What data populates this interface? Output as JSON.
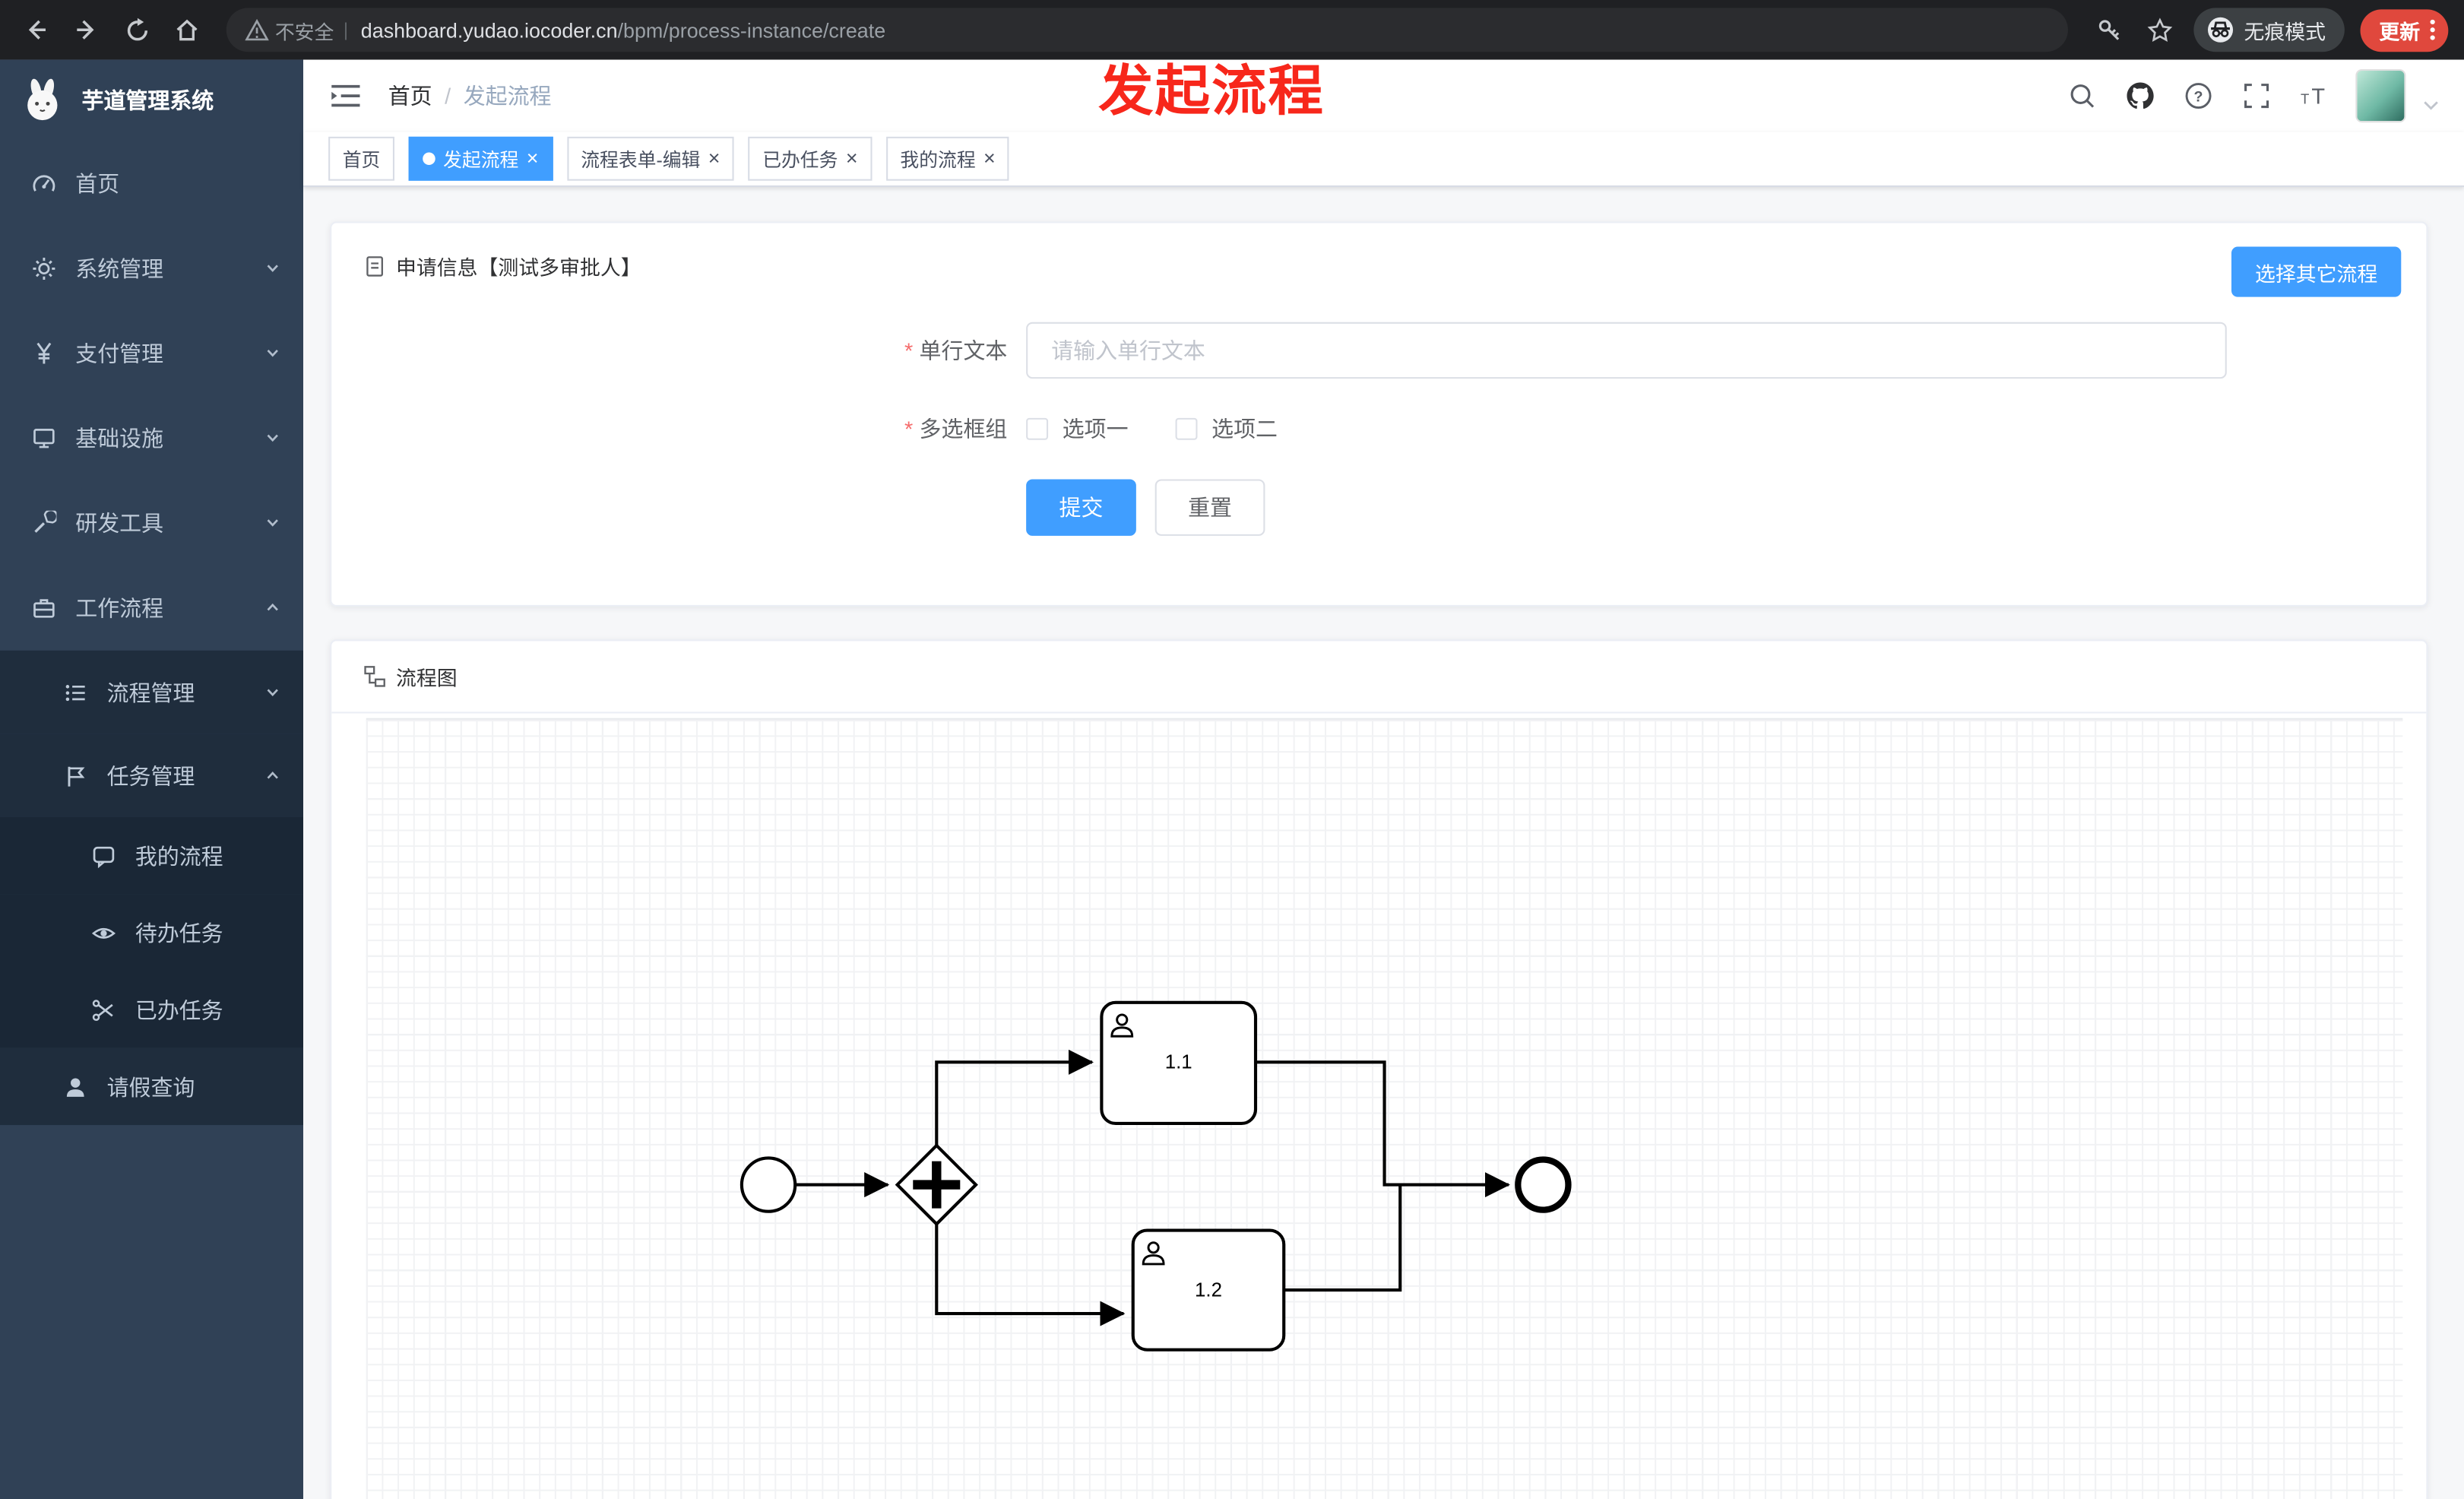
{
  "colors": {
    "primary": "#409eff",
    "overlay_red": "#f7271b",
    "sidebar_bg": "#304156",
    "submenu_bg": "#1f2d3d",
    "update_pill": "#e0483d"
  },
  "browser": {
    "security_label": "不安全",
    "url_domain": "dashboard.yudao.iocoder.cn",
    "url_path": "/bpm/process-instance/create",
    "incognito_label": "无痕模式",
    "update_label": "更新"
  },
  "sidebar": {
    "logo_title": "芋道管理系统",
    "items": [
      {
        "label": "首页"
      },
      {
        "label": "系统管理"
      },
      {
        "label": "支付管理"
      },
      {
        "label": "基础设施"
      },
      {
        "label": "研发工具"
      },
      {
        "label": "工作流程"
      },
      {
        "label": "流程管理"
      },
      {
        "label": "任务管理"
      },
      {
        "label": "我的流程"
      },
      {
        "label": "待办任务"
      },
      {
        "label": "已办任务"
      },
      {
        "label": "请假查询"
      }
    ]
  },
  "header": {
    "breadcrumb_home": "首页",
    "breadcrumb_current": "发起流程",
    "overlay_title": "发起流程"
  },
  "tabs": [
    {
      "label": "首页"
    },
    {
      "label": "发起流程"
    },
    {
      "label": "流程表单-编辑"
    },
    {
      "label": "已办任务"
    },
    {
      "label": "我的流程"
    }
  ],
  "form_card": {
    "title": "申请信息【测试多审批人】",
    "choose_other_label": "选择其它流程",
    "single_line_label": "单行文本",
    "single_line_placeholder": "请输入单行文本",
    "checkbox_group_label": "多选框组",
    "option1": "选项一",
    "option2": "选项二",
    "submit_label": "提交",
    "reset_label": "重置"
  },
  "diagram_card": {
    "title": "流程图",
    "task1_label": "1.1",
    "task2_label": "1.2"
  }
}
